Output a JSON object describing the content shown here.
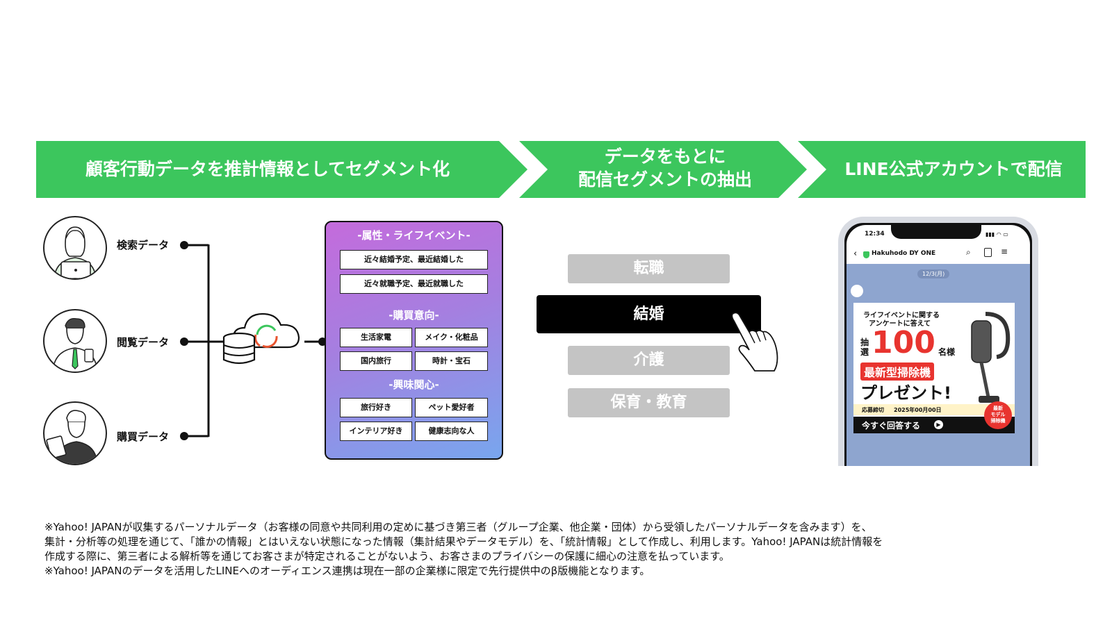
{
  "banner": {
    "step1": "顧客行動データを推計情報としてセグメント化",
    "step2_line1": "データをもとに",
    "step2_line2": "配信セグメントの抽出",
    "step3": "LINE公式アカウントで配信",
    "color": "#3cc65d"
  },
  "sources": [
    {
      "label": "検索データ",
      "icon": "person-laptop-icon"
    },
    {
      "label": "閲覧データ",
      "icon": "person-phone-icon"
    },
    {
      "label": "購買データ",
      "icon": "person-tablet-icon"
    }
  ],
  "hub_icon": "cloud-database-icon",
  "segments_panel": {
    "section1": "-属性・ライフイベント-",
    "section1_items": [
      "近々結婚予定、最近結婚した",
      "近々就職予定、最近就職した"
    ],
    "section2": "-購買意向-",
    "section2_items": [
      "生活家電",
      "メイク・化粧品",
      "国内旅行",
      "時計・宝石"
    ],
    "section3": "-興味関心-",
    "section3_items": [
      "旅行好き",
      "ペット愛好者",
      "インテリア好き",
      "健康志向な人"
    ]
  },
  "extract_segments": {
    "items": [
      "転職",
      "結婚",
      "介護",
      "保育・教育"
    ],
    "selected": "結婚",
    "cursor_icon": "hand-pointer-icon"
  },
  "phone": {
    "time": "12:34",
    "account": "Hakuhodo DY ONE",
    "date": "12/3(月)",
    "ad": {
      "headline1": "ライフイベントに関する",
      "headline2": "アンケートに答えて",
      "lottery": "抽選",
      "count": "100",
      "unit": "名様",
      "product": "最新型掃除機",
      "present": "プレゼント!",
      "deadline_label": "応募締切",
      "deadline": "2025年00月00日",
      "cta": "今すぐ回答する",
      "badge1": "最新",
      "badge2": "モデル",
      "badge3": "掃除機"
    }
  },
  "footnotes": [
    "※Yahoo! JAPANが収集するパーソナルデータ（お客様の同意や共同利用の定めに基づき第三者（グループ企業、他企業・団体）から受領したパーソナルデータを含みます）を、",
    "集計・分析等の処理を通じて、「誰かの情報」とはいえない状態になった情報（集計結果やデータモデル）を、「統計情報」として作成し、利用します。Yahoo! JAPANは統計情報を",
    "作成する際に、第三者による解析等を通じてお客さまが特定されることがないよう、お客さまのプライバシーの保護に細心の注意を払っています。",
    "※Yahoo! JAPANのデータを活用したLINEへのオーディエンス連携は現在一部の企業様に限定で先行提供中のβ版機能となります。"
  ]
}
